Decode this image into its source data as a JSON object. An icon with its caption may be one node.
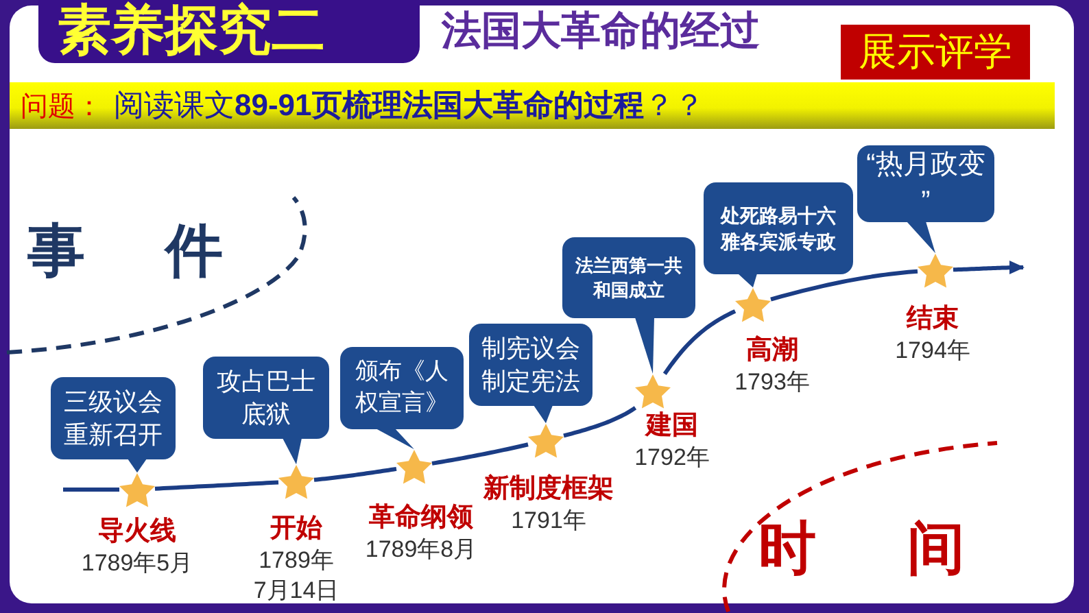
{
  "diagram": {
    "title": "法国大革命的经过",
    "nodes": [
      {
        "text": [
          "三级议会重新召开"
        ]
      },
      {
        "text": [],
        "shape": "star",
        "beside": [
          "导火线",
          "1789年5月"
        ]
      },
      {
        "text": [
          "攻占巴士底狱"
        ]
      },
      {
        "text": [],
        "shape": "star",
        "beside": [
          "开始",
          "1789年7月14日"
        ]
      },
      {
        "text": [
          "颁布《人权宣言》"
        ]
      },
      {
        "text": [],
        "shape": "star",
        "beside": [
          "革命纲领",
          "1789年8月"
        ]
      },
      {
        "text": [
          "制宪议会制定宪法"
        ]
      },
      {
        "text": [],
        "shape": "star",
        "beside": [
          "新制度框架",
          "1791年"
        ]
      },
      {
        "text": [
          "法兰西第一共和国成立"
        ]
      },
      {
        "text": [],
        "shape": "star",
        "beside": [
          "建国",
          "1792年"
        ]
      },
      {
        "text": [
          "处死路易十六雅各宾派专政"
        ]
      },
      {
        "text": [],
        "shape": "star",
        "beside": [
          "高潮",
          "1793年"
        ]
      },
      {
        "text": [
          "“热月政变”"
        ]
      },
      {
        "text": [],
        "shape": "star",
        "beside": [
          "结束",
          "1794年"
        ]
      }
    ],
    "edges": [
      {
        "from": 0,
        "to": 1,
        "arrow": "to"
      },
      {
        "from": 2,
        "to": 3,
        "arrow": "to"
      },
      {
        "from": 4,
        "to": 5,
        "arrow": "to"
      },
      {
        "from": 6,
        "to": 7,
        "arrow": "to"
      },
      {
        "from": 8,
        "to": 9,
        "arrow": "to"
      },
      {
        "from": 10,
        "to": 11,
        "arrow": "to"
      },
      {
        "from": 12,
        "to": 13,
        "arrow": "to"
      },
      {
        "from": null,
        "to": 1,
        "arrow": "none"
      },
      {
        "from": 1,
        "to": 3,
        "arrow": "none"
      },
      {
        "from": 3,
        "to": 5,
        "arrow": "none"
      },
      {
        "from": 5,
        "to": 7,
        "arrow": "none"
      },
      {
        "from": 7,
        "to": 9,
        "arrow": "none"
      },
      {
        "from": 9,
        "to": 11,
        "arrow": "none"
      },
      {
        "from": 11,
        "to": 13,
        "arrow": "none"
      },
      {
        "from": 13,
        "to": null,
        "arrow": "to"
      }
    ],
    "labels": [
      "素养探究二",
      "展示评学",
      "问题：",
      "阅读课文**89-91页梳理法国大革命的过程**？？",
      "事 件",
      "时 间"
    ]
  }
}
